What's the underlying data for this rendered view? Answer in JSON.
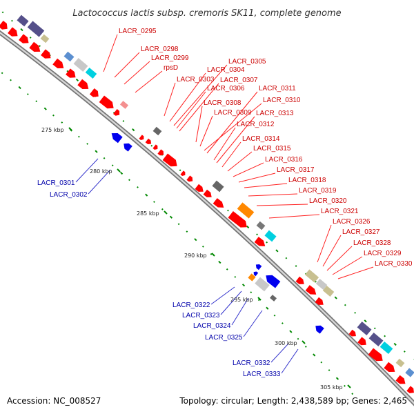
{
  "title": "Lactococcus lactis subsp. cremoris SK11, complete genome",
  "footer": {
    "accession": "Accession: NC_008527",
    "topology": "Topology: circular; Length: 2,438,589 bp; Genes: 2,465"
  },
  "ticks": [
    "275 kbp",
    "280 kbp",
    "285 kbp",
    "290 kbp",
    "295 kbp",
    "300 kbp",
    "305 kbp"
  ],
  "labels_forward": [
    "LACR_0295",
    "LACR_0298",
    "LACR_0299",
    "rpsD",
    "LACR_0303",
    "LACR_0304",
    "LACR_0305",
    "LACR_0306",
    "LACR_0307",
    "LACR_0308",
    "LACR_0309",
    "LACR_0310",
    "LACR_0311",
    "LACR_0312",
    "LACR_0313",
    "LACR_0314",
    "LACR_0315",
    "LACR_0316",
    "LACR_0317",
    "LACR_0318",
    "LACR_0319",
    "LACR_0320",
    "LACR_0321",
    "LACR_0326",
    "LACR_0327",
    "LACR_0328",
    "LACR_0329",
    "LACR_0330"
  ],
  "labels_reverse": [
    "LACR_0301",
    "LACR_0302",
    "LACR_0322",
    "LACR_0323",
    "LACR_0324",
    "LACR_0325",
    "LACR_0332",
    "LACR_0333"
  ],
  "colors": {
    "forward": "#ff0000",
    "reverse": "#0000ee",
    "backbone": "#999999",
    "gc_dots": "#008800",
    "cog_purple": "#55508a",
    "cog_cyan": "#00d0e0",
    "cog_tan": "#c8c090",
    "cog_gray": "#c8c8c8",
    "cog_orange": "#ff8800"
  }
}
